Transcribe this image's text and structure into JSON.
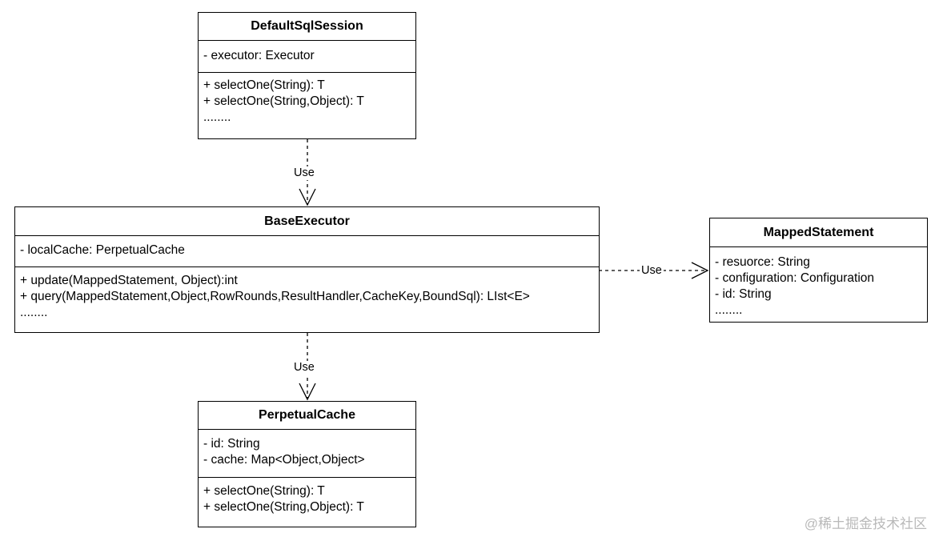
{
  "classes": {
    "default_sql_session": {
      "name": "DefaultSqlSession",
      "attributes": [
        "- executor: Executor"
      ],
      "operations": [
        "+ selectOne(String): T",
        "+ selectOne(String,Object): T",
        "........"
      ]
    },
    "base_executor": {
      "name": "BaseExecutor",
      "attributes": [
        "- localCache: PerpetualCache"
      ],
      "operations": [
        "+ update(MappedStatement, Object):int",
        "+ query(MappedStatement,Object,RowRounds,ResultHandler,CacheKey,BoundSql): LIst<E>",
        "........"
      ]
    },
    "mapped_statement": {
      "name": "MappedStatement",
      "attributes": [
        "- resuorce: String",
        "- configuration: Configuration",
        "- id: String",
        "........"
      ]
    },
    "perpetual_cache": {
      "name": "PerpetualCache",
      "attributes": [
        "- id: String",
        "- cache: Map<Object,Object>"
      ],
      "operations": [
        "+ selectOne(String): T",
        "+ selectOne(String,Object): T"
      ]
    }
  },
  "relations": [
    {
      "from": "DefaultSqlSession",
      "to": "BaseExecutor",
      "label": "Use"
    },
    {
      "from": "BaseExecutor",
      "to": "MappedStatement",
      "label": "Use"
    },
    {
      "from": "BaseExecutor",
      "to": "PerpetualCache",
      "label": "Use"
    }
  ],
  "watermark": "@稀土掘金技术社区"
}
